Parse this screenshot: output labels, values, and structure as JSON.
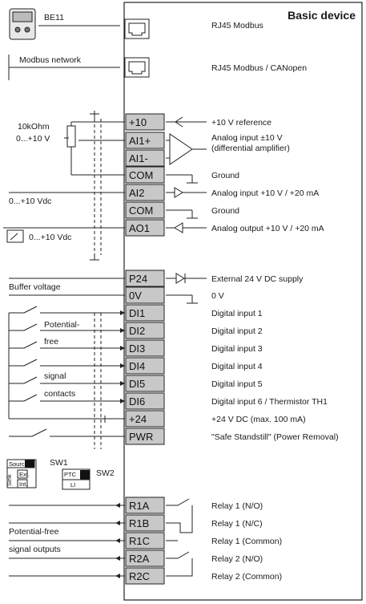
{
  "panel": {
    "title": "Basic device"
  },
  "connectors": [
    {
      "name": "BE11",
      "desc": "RJ45 Modbus"
    },
    {
      "name": "Modbus network",
      "desc": "RJ45 Modbus / CANopen"
    }
  ],
  "terminals": [
    {
      "id": "+10",
      "desc": "+10 V reference"
    },
    {
      "id": "AI1+",
      "desc": "Analog input ±10 V",
      "desc2": "(differential amplifier)"
    },
    {
      "id": "AI1-",
      "desc": ""
    },
    {
      "id": "COM",
      "desc": "Ground"
    },
    {
      "id": "AI2",
      "desc": "Analog input +10 V / +20 mA"
    },
    {
      "id": "COM",
      "desc": "Ground"
    },
    {
      "id": "AO1",
      "desc": "Analog output +10 V / +20 mA"
    },
    {
      "id": "P24",
      "desc": "External 24 V DC  supply"
    },
    {
      "id": "0V",
      "desc": "0 V"
    },
    {
      "id": "DI1",
      "desc": "Digital input 1"
    },
    {
      "id": "DI2",
      "desc": "Digital input 2"
    },
    {
      "id": "DI3",
      "desc": "Digital input 3"
    },
    {
      "id": "DI4",
      "desc": "Digital input 4"
    },
    {
      "id": "DI5",
      "desc": "Digital input 5"
    },
    {
      "id": "DI6",
      "desc": "Digital input 6 / Thermistor TH1"
    },
    {
      "id": "+24",
      "desc": "+24 V DC (max. 100 mA)"
    },
    {
      "id": "PWR",
      "desc": "\"Safe Standstill\" (Power Removal)"
    },
    {
      "id": "R1A",
      "desc": "Relay 1 (N/O)"
    },
    {
      "id": "R1B",
      "desc": "Relay 1 (N/C)"
    },
    {
      "id": "R1C",
      "desc": "Relay 1 (Common)"
    },
    {
      "id": "R2A",
      "desc": "Relay 2 (N/O)"
    },
    {
      "id": "R2C",
      "desc": "Relay 2 (Common)"
    }
  ],
  "left_labels": {
    "pot": "10kOhm",
    "pot_range": "0...+10 V",
    "ai2_src": "0...+10 Vdc",
    "ao1_meter": "0...+10 Vdc",
    "buffer": "Buffer voltage",
    "potential": "Potential-",
    "free": "free",
    "signal": "signal",
    "contacts": "contacts",
    "relay_out1": "Potential-free",
    "relay_out2": "signal outputs"
  },
  "switches": {
    "sw1": "SW1",
    "sw1_source": "Source",
    "sw1_sink": "Sink",
    "sw1_ext": "Ext.",
    "sw1_int": "Int.",
    "sw2": "SW2",
    "sw2_ptc": "PTC",
    "sw2_li": "LI"
  }
}
